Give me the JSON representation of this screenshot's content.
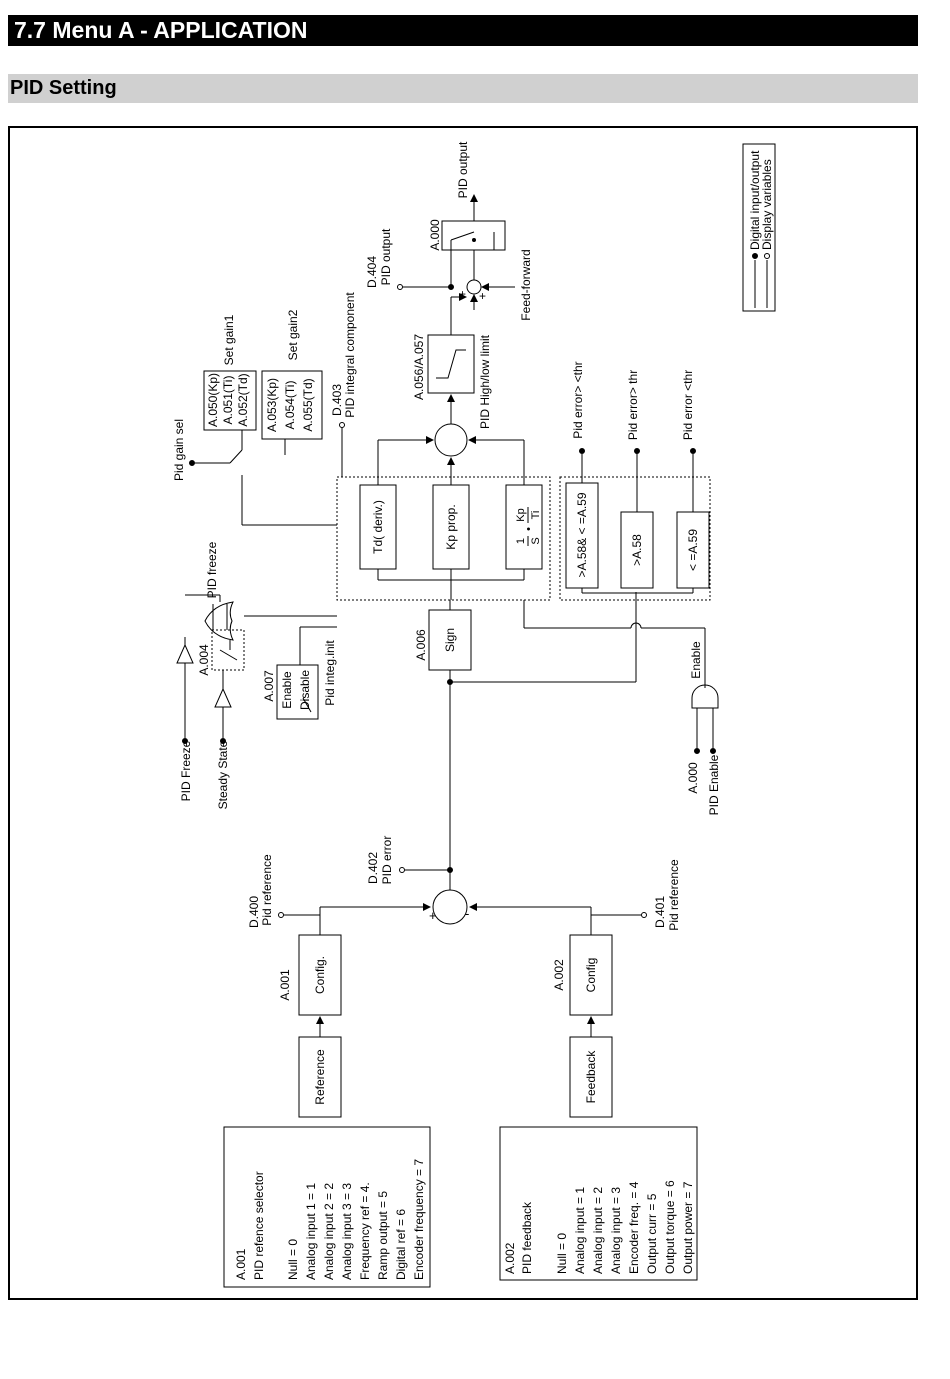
{
  "header": {
    "section_title": "7.7  Menu A - APPLICATION",
    "subsection_title": "PID Setting"
  },
  "legend": {
    "digital": "Digital input/output",
    "display": "Display variables"
  },
  "blocks": {
    "reference": "Reference",
    "feedback": "Feedback",
    "config_a001": "Config.",
    "config_a002": "Config",
    "sign": "Sign",
    "td": "Td( deriv.)",
    "kp": "Kp prop.",
    "thr1": ">A.58& < =A.59",
    "thr2": ">A.58",
    "thr3": "< =A.59"
  },
  "labels": {
    "a001": "A.001",
    "a002": "A.002",
    "d400": "D.400",
    "d400_name": "Pid reference",
    "d401": "D.401",
    "d401_name": "Pid reference",
    "d402": "D.402",
    "d402_name": "PID error",
    "a006": "A.006",
    "a004": "A.004",
    "a007": "A.007",
    "a007_enable": "Enable",
    "a007_disable": "Disable",
    "a007_name": "Pid integ.init",
    "pid_freeze_gate": "PID freeze",
    "pid_freeze_in": "PID Freeze",
    "steady_state": "Steady State",
    "pid_gain_sel": "Pid gain sel",
    "gain1_kp": "A.050(Kp)",
    "gain1_ti": "A.051(Ti)",
    "gain1_td": "A.052(Td)",
    "set_gain1": "Set gain1",
    "gain2_kp": "A.053(Kp)",
    "gain2_ti": "A.054(Ti)",
    "gain2_td": "A.055(Td)",
    "set_gain2": "Set gain2",
    "d403": "D.403",
    "d403_name": "PID integral component",
    "limit": "A.056/A.057",
    "limit_name": "PID High/low limit",
    "d404": "D.404",
    "d404_name": "PID output",
    "a000_out": "A.000",
    "pid_output": "PID output",
    "feed_forward": "Feed-forward",
    "err_thr1": "Pid error> <thr",
    "err_thr2": "Pid error> thr",
    "err_thr3": "Pid error <thr",
    "enable": "Enable",
    "a000_en": "A.000",
    "pid_enable": "PID Enable",
    "plus": "+",
    "minus": "-"
  },
  "ref_list": {
    "title1": "A.001",
    "title2": "PID refence selector",
    "items": [
      "Null =  0",
      "Analog input 1 =  1",
      "Analog input 2 =  2",
      "Analog input 3 =  3",
      "Frequency ref =  4.",
      "Ramp output =  5",
      "Digital ref =  6",
      "Encoder frequency =  7"
    ]
  },
  "fb_list": {
    "title1": "A.002",
    "title2": "PID feedback",
    "items": [
      "Null =  0",
      "Analog input  =  1",
      "Analog input  =  2",
      "Analog input  =  3",
      "Encoder freq. =  4",
      "Output curr =  5",
      "Output torque =  6",
      "Output power =  7"
    ]
  }
}
